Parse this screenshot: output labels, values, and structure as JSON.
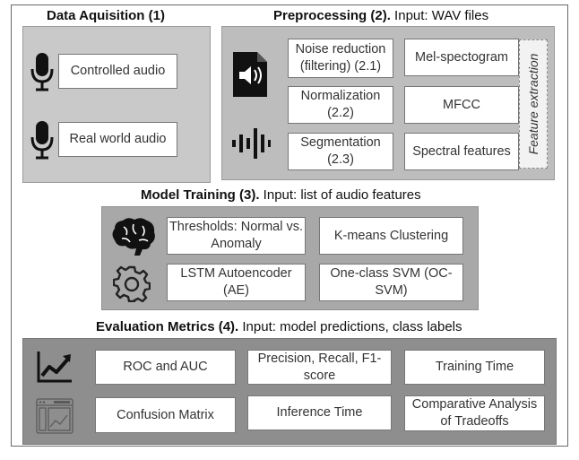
{
  "acquisition": {
    "title": "Data Aquisition (1)",
    "items": [
      "Controlled audio",
      "Real world audio"
    ]
  },
  "preprocessing": {
    "title_bold": "Preprocessing (2).",
    "title_rest": " Input: WAV files",
    "steps": [
      "Noise reduction (filtering) (2.1)",
      "Normalization (2.2)",
      "Segmentation (2.3)"
    ],
    "features": [
      "Mel-spectogram",
      "MFCC",
      "Spectral features"
    ],
    "feature_extraction_label": "Feature extraction"
  },
  "training": {
    "title_bold": "Model Training (3).",
    "title_rest": " Input: list of audio features",
    "methods": [
      "Thresholds: Normal vs. Anomaly",
      "K-means Clustering",
      "LSTM Autoencoder (AE)",
      "One-class SVM (OC-SVM)"
    ]
  },
  "evaluation": {
    "title_bold": "Evaluation Metrics (4).",
    "title_rest": " Input: model predictions, class labels",
    "metrics": [
      "ROC and AUC",
      "Precision, Recall, F1-score",
      "Training Time",
      "Confusion Matrix",
      "Inference Time",
      "Comparative Analysis of Tradeoffs"
    ]
  },
  "icons": [
    "microphone-icon",
    "audio-file-icon",
    "waveform-icon",
    "brain-icon",
    "gear-icon",
    "line-chart-icon",
    "dashboard-icon"
  ]
}
